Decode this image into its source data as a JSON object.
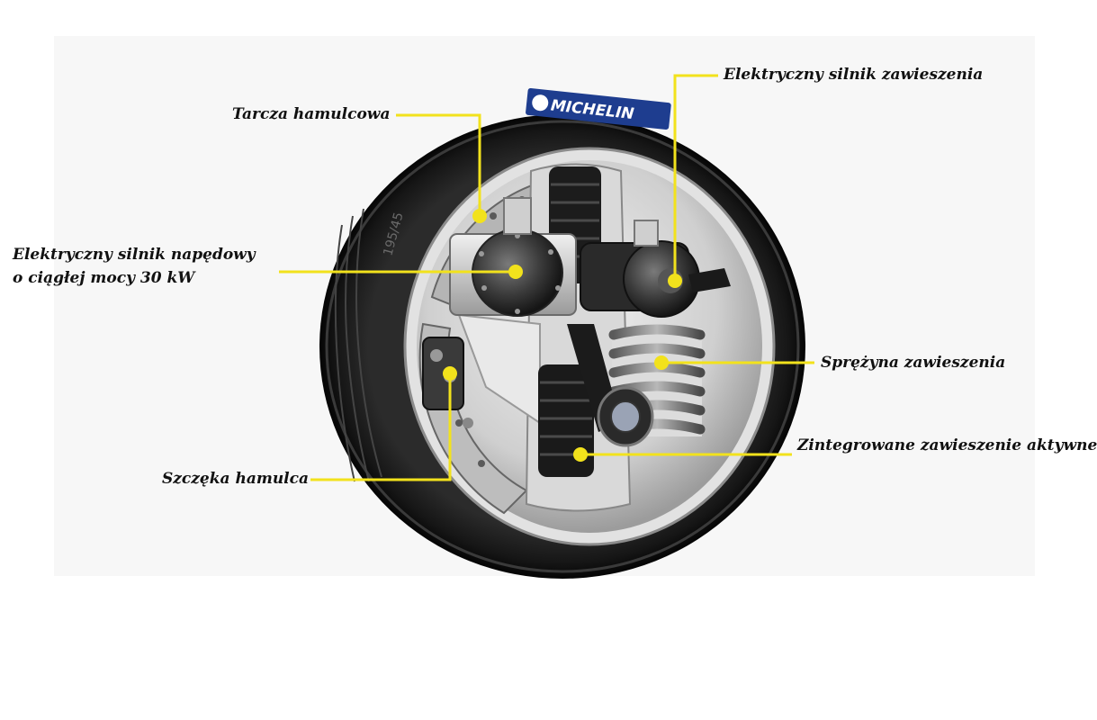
{
  "diagram": {
    "brand_text": "MICHELIN",
    "tire_size_text": "195/45",
    "accent_color": "#f2e21c",
    "labels": {
      "brake_disc": "Tarcza hamulcowa",
      "suspension_motor": "Elektryczny silnik zawieszenia",
      "drive_motor_line1": "Elektryczny silnik napędowy",
      "drive_motor_line2": "o ciągłej mocy 30 kW",
      "suspension_spring": "Sprężyna zawieszenia",
      "active_suspension": "Zintegrowane zawieszenie aktywne",
      "brake_caliper": "Szczęka hamulca"
    }
  }
}
